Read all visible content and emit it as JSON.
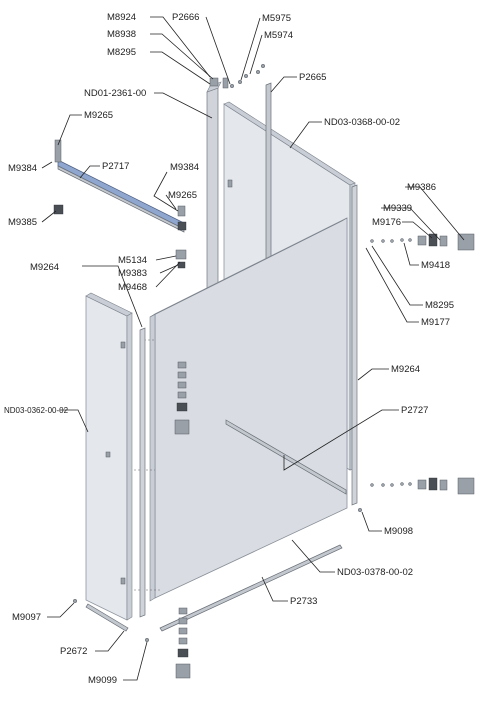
{
  "callouts": {
    "m8924": "M8924",
    "p2666": "P2666",
    "m5975": "M5975",
    "m8938": "M8938",
    "m5974": "M5974",
    "m8295_top": "M8295",
    "p2665": "P2665",
    "nd01_2361_00": "ND01-2361-00",
    "m9265_top": "M9265",
    "nd03_0368_00_02": "ND03-0368-00-02",
    "m9384_left": "M9384",
    "p2717": "P2717",
    "m9384_mid": "M9384",
    "m9265_mid": "M9265",
    "m9385": "M9385",
    "m9386": "M9386",
    "m9339": "M9339",
    "m9176": "M9176",
    "m5134": "M5134",
    "m9383": "M9383",
    "m9418": "M9418",
    "m9264_left": "M9264",
    "m9468": "M9468",
    "m8295_right": "M8295",
    "m9177": "M9177",
    "m9264_right": "M9264",
    "nd03_0362_00_02": "ND03-0362-00-02",
    "p2727": "P2727",
    "m9098": "M9098",
    "nd03_0378_00_02": "ND03-0378-00-02",
    "p2733": "P2733",
    "m9097": "M9097",
    "p2672": "P2672",
    "m9099": "M9099"
  }
}
